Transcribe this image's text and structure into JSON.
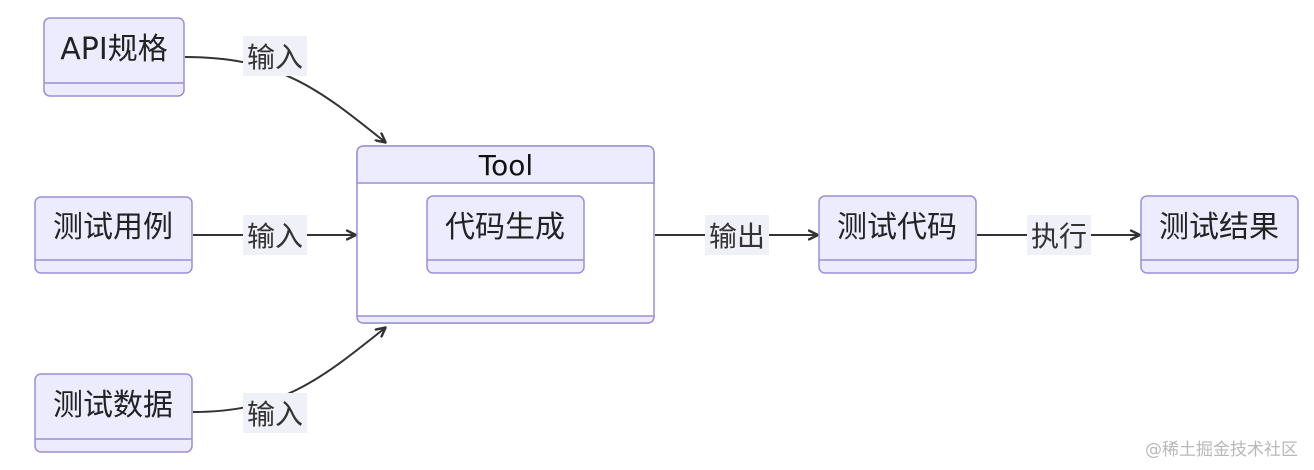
{
  "colors": {
    "node_fill": "#ececfe",
    "node_stroke": "#9a8fd6",
    "edge": "#333333",
    "label_bg": "#f0f0f8"
  },
  "nodes": {
    "api_spec": "API规格",
    "test_case": "测试用例",
    "test_data": "测试数据",
    "tool_title": "Tool",
    "code_gen": "代码生成",
    "test_code": "测试代码",
    "test_result": "测试结果"
  },
  "edges": {
    "api_to_tool": "输入",
    "case_to_tool": "输入",
    "data_to_tool": "输入",
    "tool_to_code": "输出",
    "code_to_result": "执行"
  },
  "watermark": "@稀土掘金技术社区"
}
